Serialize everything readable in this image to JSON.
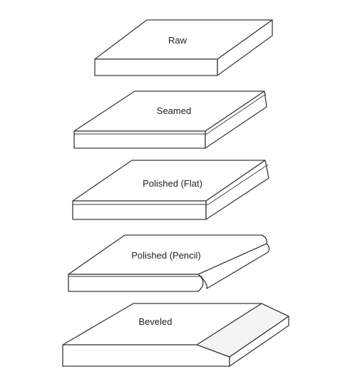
{
  "diagram": {
    "slabs": [
      {
        "label": "Raw"
      },
      {
        "label": "Seamed"
      },
      {
        "label": "Polished (Flat)"
      },
      {
        "label": "Polished (Pencil)"
      },
      {
        "label": "Beveled"
      }
    ]
  }
}
